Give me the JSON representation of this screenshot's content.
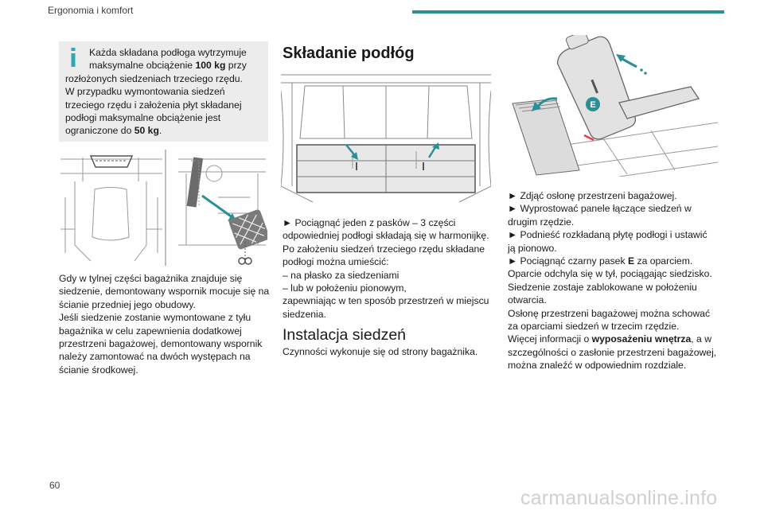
{
  "header": {
    "section": "Ergonomia i komfort",
    "accent_color": "#2a8f96"
  },
  "info_box": {
    "icon": "info-icon",
    "line1_a": "Każda składana podłoga wytrzymuje",
    "line2_a": "maksymalne obciążenie ",
    "line2_b": "100 kg",
    "line2_c": " przy",
    "line3": "rozłożonych siedzeniach trzeciego rzędu.",
    "line4": "W przypadku wymontowania siedzeń",
    "line5": "trzeciego rzędu i założenia płyt składanej",
    "line6": "podłogi maksymalne obciążenie jest",
    "line7_a": "ograniczone do ",
    "line7_b": "50 kg",
    "line7_c": "."
  },
  "left_column": {
    "lines": [
      "Gdy w tylnej części bagażnika znajduje się",
      "siedzenie, demontowany wspornik mocuje się na",
      "ścianie przedniej jego obudowy.",
      "Jeśli siedzenie zostanie wymontowane z tyłu",
      "bagażnika w celu zapewnienia dodatkowej",
      "przestrzeni bagażowej, demontowany wspornik",
      "należy zamontować na dwóch występach na",
      "ścianie środkowej."
    ]
  },
  "middle_column": {
    "title": "Składanie podłóg",
    "lines": [
      "► Pociągnąć jeden z pasków – 3 części",
      "odpowiedniej podłogi składają się w harmonijkę.",
      "Po założeniu siedzeń trzeciego rzędu składane",
      "podłogi można umieścić:",
      "– na płasko za siedzeniami",
      "– lub w położeniu pionowym,",
      "zapewniając w ten sposób przestrzeń w miejscu",
      "siedzenia."
    ],
    "subtitle": "Instalacja siedzeń",
    "sub_line": "Czynności wykonuje się od strony bagażnika."
  },
  "right_column": {
    "figure_label": "E",
    "line1": "► Zdjąć osłonę przestrzeni bagażowej.",
    "line2": "► Wyprostować panele łączące siedzeń w",
    "line3": "drugim rzędzie.",
    "line4": "► Podnieść rozkładaną płytę podłogi i ustawić",
    "line5": "ją pionowo.",
    "line6_a": "► Pociągnąć czarny pasek ",
    "line6_b": "E",
    "line6_c": " za oparciem.",
    "line7": "Oparcie odchyla się w tył, pociągając siedzisko.",
    "line8": "Siedzenie zostaje zablokowane w położeniu",
    "line9": "otwarcia.",
    "line10": "Osłonę przestrzeni bagażowej można schować",
    "line11": "za oparciami siedzeń w trzecim rzędzie.",
    "line12_a": "Więcej informacji o ",
    "line12_b": "wyposażeniu wnętrza",
    "line12_c": ", a w",
    "line13": "szczególności o zasłonie przestrzeni bagażowej,",
    "line14": "można znaleźć w odpowiednim rozdziale."
  },
  "footer": {
    "page_number": "60",
    "watermark": "carmanualsonline.info"
  }
}
